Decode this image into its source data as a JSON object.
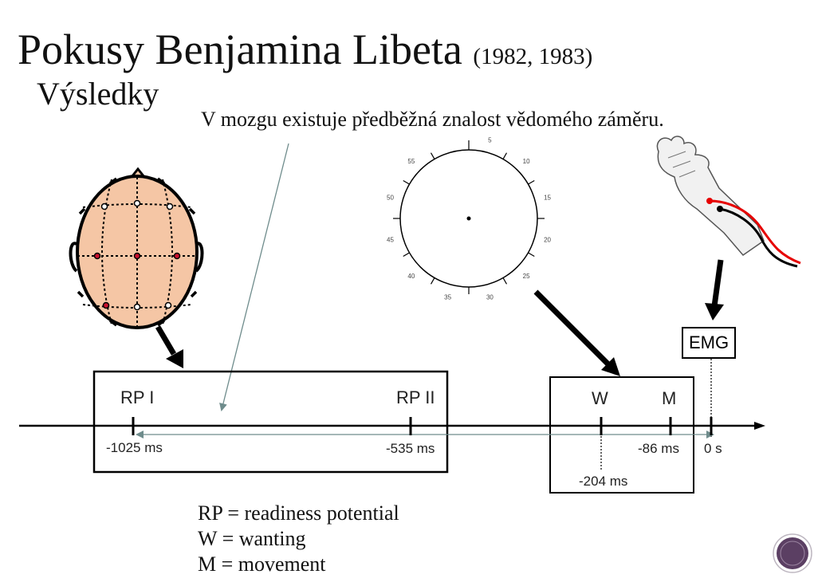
{
  "slide": {
    "title": "Pokusy Benjamina Libeta",
    "title_years": "(1982, 1983)",
    "subtitle": "Výsledky",
    "statement": "V mozgu existuje předběžná znalost vědomého záměru."
  },
  "timeline": {
    "rp1_label": "RP I",
    "rp1_time": "-1025 ms",
    "rp2_label": "RP II",
    "rp2_time": "-535 ms",
    "w_label": "W",
    "w_time": "-204 ms",
    "m_label": "M",
    "m_time": "-86 ms",
    "zero_time": "0 s",
    "emg_label": "EMG"
  },
  "clock": {
    "numbers": [
      "5",
      "10",
      "15",
      "20",
      "25",
      "30",
      "35",
      "40",
      "45",
      "50",
      "55"
    ]
  },
  "legend": {
    "rp_abbr": "RP = ",
    "rp_term": "readiness potential",
    "w_abbr": "W = ",
    "w_term": "wanting",
    "m_abbr": "M = ",
    "m_term": "movement"
  },
  "colors": {
    "scalp": "#f5c6a5",
    "electrode_red": "#c8102e",
    "emg_wire_red": "#e60000",
    "logo_purple": "#5b3f63",
    "arrow_gray": "#6f8c8c",
    "underline_red": "#d21f1f"
  }
}
